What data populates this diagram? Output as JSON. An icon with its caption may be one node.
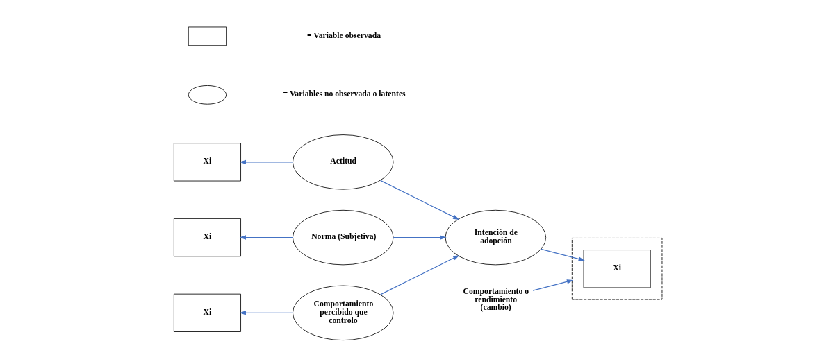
{
  "diagram": {
    "nodes": [
      {
        "text": [
          "Xi"
        ]
      },
      {
        "text": [
          "Actitud"
        ]
      },
      {
        "text": [
          "Xi"
        ]
      },
      {
        "text": [
          "Norma (Subjetiva)"
        ]
      },
      {
        "text": [
          "Xi"
        ]
      },
      {
        "text": [
          "Comportamiento percibido que controlo"
        ]
      },
      {
        "text": [
          "Intención de adopción"
        ]
      },
      {
        "text": [],
        "shape": "box"
      },
      {
        "text": [
          "Xi"
        ],
        "in": 7
      },
      {
        "text": [
          "Comportamiento o rendimiento (cambio)"
        ]
      },
      {
        "text": [],
        "shape": "box"
      },
      {
        "text": [],
        "shape": "ellipse"
      }
    ],
    "edges": [
      {
        "from": 1,
        "to": 0,
        "arrow": "to"
      },
      {
        "from": 1,
        "to": 6,
        "arrow": "to"
      },
      {
        "from": 3,
        "to": 2,
        "arrow": "to"
      },
      {
        "from": 3,
        "to": 6,
        "arrow": "to"
      },
      {
        "from": 5,
        "to": 4,
        "arrow": "to"
      },
      {
        "from": 5,
        "to": 6,
        "arrow": "to"
      },
      {
        "from": 6,
        "to": 8,
        "arrow": "to"
      },
      {
        "from": 9,
        "to": 7,
        "arrow": "to"
      }
    ],
    "legend": [
      {
        "text": "= Variable observada"
      },
      {
        "text": "= Variables no observada o latentes"
      }
    ]
  }
}
